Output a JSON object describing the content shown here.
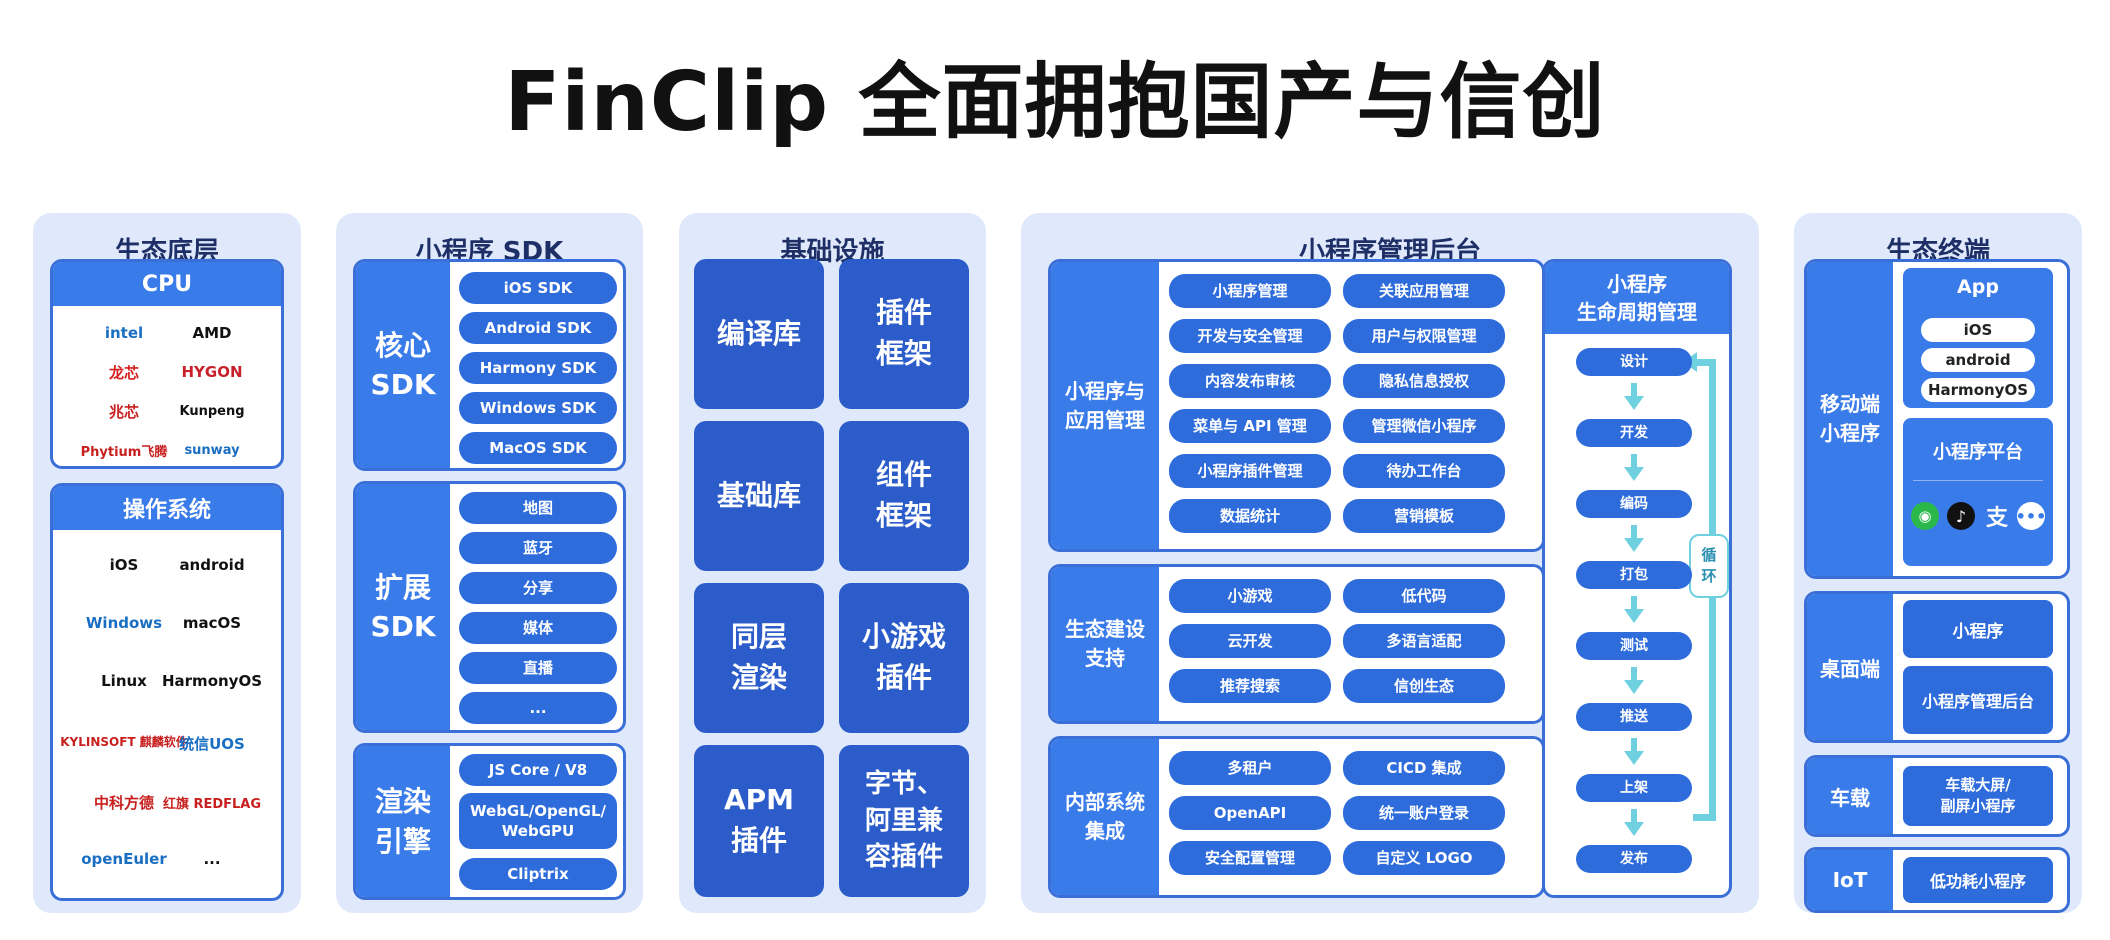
{
  "title": "FinClip 全面拥抱国产与信创",
  "eco": {
    "header": "生态底层",
    "cpu": {
      "header": "CPU",
      "logos": [
        "intel",
        "AMD",
        "龙芯",
        "HYGON",
        "兆芯",
        "Kunpeng",
        "Phytium飞腾",
        "sunway"
      ]
    },
    "os": {
      "header": "操作系统",
      "logos": [
        "iOS",
        "android",
        "Windows",
        "macOS",
        "Linux",
        "HarmonyOS",
        "KYLINSOFT 麒麟软件",
        "统信UOS",
        "中科方德",
        "红旗 REDFLAG",
        "openEuler",
        "..."
      ]
    }
  },
  "sdk": {
    "header": "小程序 SDK",
    "groups": [
      {
        "label": "核心\nSDK",
        "items": [
          "iOS SDK",
          "Android SDK",
          "Harmony SDK",
          "Windows SDK",
          "MacOS SDK"
        ]
      },
      {
        "label": "扩展\nSDK",
        "items": [
          "地图",
          "蓝牙",
          "分享",
          "媒体",
          "直播",
          "..."
        ]
      },
      {
        "label": "渲染\n引擎",
        "items": [
          "JS Core / V8",
          "WebGL/OpenGL/\nWebGPU",
          "Cliptrix"
        ]
      }
    ]
  },
  "infra": {
    "header": "基础设施",
    "tiles": [
      "编译库",
      "插件\n框架",
      "基础库",
      "组件\n框架",
      "同层\n渲染",
      "小游戏\n插件",
      "APM\n插件",
      "字节、\n阿里兼\n容插件"
    ]
  },
  "mgmt": {
    "header": "小程序管理后台",
    "groups": [
      {
        "label": "小程序与\n应用管理",
        "items": [
          "小程序管理",
          "关联应用管理",
          "开发与安全管理",
          "用户与权限管理",
          "内容发布审核",
          "隐私信息授权",
          "菜单与 API 管理",
          "管理微信小程序",
          "小程序插件管理",
          "待办工作台",
          "数据统计",
          "营销模板"
        ]
      },
      {
        "label": "生态建设\n支持",
        "items": [
          "小游戏",
          "低代码",
          "云开发",
          "多语言适配",
          "推荐搜索",
          "信创生态"
        ]
      },
      {
        "label": "内部系统\n集成",
        "items": [
          "多租户",
          "CICD 集成",
          "OpenAPI",
          "统一账户登录",
          "安全配置管理",
          "自定义 LOGO"
        ]
      }
    ],
    "lifecycle": {
      "header": "小程序\n生命周期管理",
      "steps": [
        "设计",
        "开发",
        "编码",
        "打包",
        "测试",
        "推送",
        "上架",
        "发布"
      ],
      "loop": "循\n环"
    }
  },
  "term": {
    "header": "生态终端",
    "mobile": {
      "label": "移动端\n小程序",
      "app": "App",
      "app_items": [
        "iOS",
        "android",
        "HarmonyOS"
      ],
      "platform": "小程序平台",
      "platform_icons": [
        "wechat-icon",
        "tiktok-icon",
        "alipay-icon",
        "more-icon"
      ]
    },
    "desktop": {
      "label": "桌面端",
      "items": [
        "小程序",
        "小程序管理后台"
      ]
    },
    "car": {
      "label": "车载",
      "item": "车载大屏/\n副屏小程序"
    },
    "iot": {
      "label": "IoT",
      "item": "低功耗小程序"
    }
  },
  "colors": {
    "panel": "#dfe9fb",
    "blue": "#3a7bea",
    "dark": "#2b5cc9",
    "cyan": "#6fd0e0"
  }
}
